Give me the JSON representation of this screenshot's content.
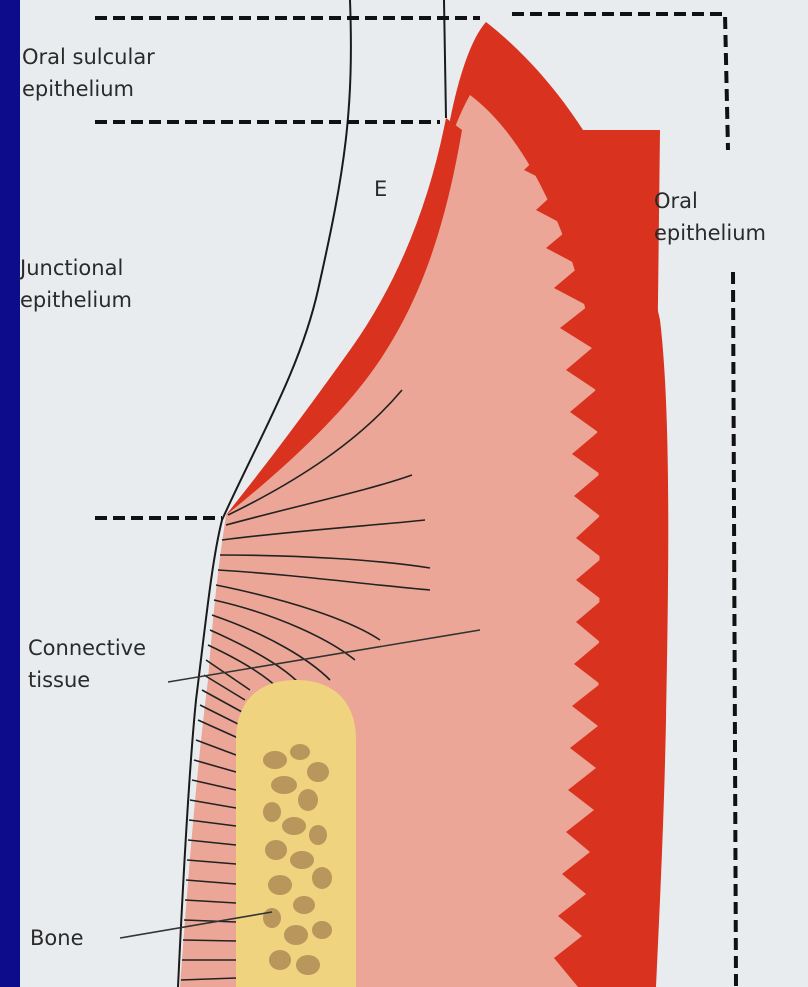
{
  "labels": {
    "oral_sulcular_1": "Oral sulcular",
    "oral_sulcular_2": "epithelium",
    "junctional_1": "Junctional",
    "junctional_2": "epithelium",
    "enamel": "E",
    "oral_1": "Oral",
    "oral_2": "epithelium",
    "connective_1": "Connective",
    "connective_2": "tissue",
    "bone": "Bone"
  },
  "colors": {
    "frame": "#0d0d8c",
    "background": "#e9ecef",
    "epithelium": "#d9321e",
    "connective_tissue": "#eba697",
    "bone_cortex": "#efd37f",
    "bone_marrow": "#b9965b",
    "outline": "#1a1a1a"
  }
}
